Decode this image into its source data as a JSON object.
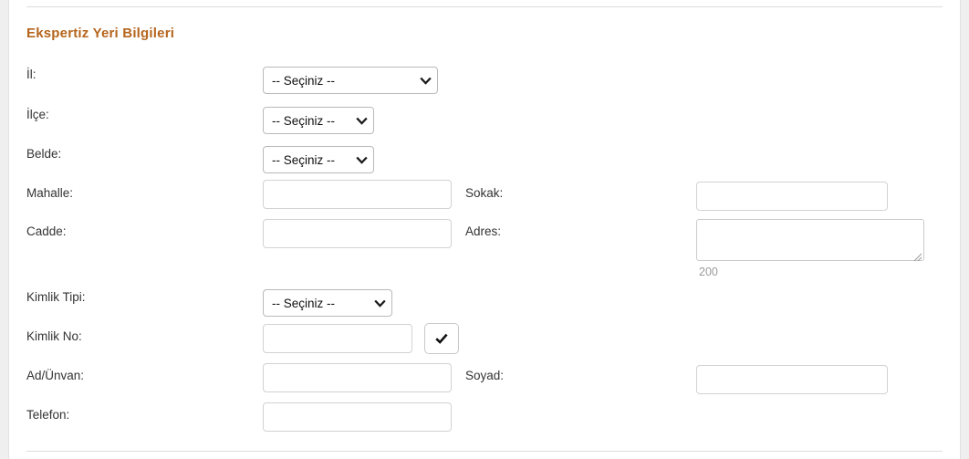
{
  "section": {
    "title": "Ekspertiz Yeri Bilgileri",
    "title_color": "#b5651d"
  },
  "placeholder_option": "-- Seçiniz --",
  "fields": {
    "il": {
      "label": "İl:",
      "value": "-- Seçiniz --",
      "type": "select"
    },
    "ilce": {
      "label": "İlçe:",
      "value": "-- Seçiniz --",
      "type": "select"
    },
    "belde": {
      "label": "Belde:",
      "value": "-- Seçiniz --",
      "type": "select"
    },
    "mahalle": {
      "label": "Mahalle:",
      "value": "",
      "type": "text"
    },
    "sokak": {
      "label": "Sokak:",
      "value": "",
      "type": "text"
    },
    "cadde": {
      "label": "Cadde:",
      "value": "",
      "type": "text"
    },
    "adres": {
      "label": "Adres:",
      "value": "",
      "type": "textarea",
      "counter": "200"
    },
    "kimlik_tipi": {
      "label": "Kimlik Tipi:",
      "value": "-- Seçiniz --",
      "type": "select"
    },
    "kimlik_no": {
      "label": "Kimlik No:",
      "value": "",
      "type": "text"
    },
    "ad_unvan": {
      "label": "Ad/Ünvan:",
      "value": "",
      "type": "text"
    },
    "soyad": {
      "label": "Soyad:",
      "value": "",
      "type": "text"
    },
    "telefon": {
      "label": "Telefon:",
      "value": "",
      "type": "text"
    }
  },
  "buttons": {
    "kimlik_no_verify": {
      "icon": "check-icon",
      "label": ""
    }
  },
  "icons": {
    "chevron_down": "chevron-down-icon",
    "check": "check-icon",
    "resize_grip": "resize-grip-icon"
  }
}
